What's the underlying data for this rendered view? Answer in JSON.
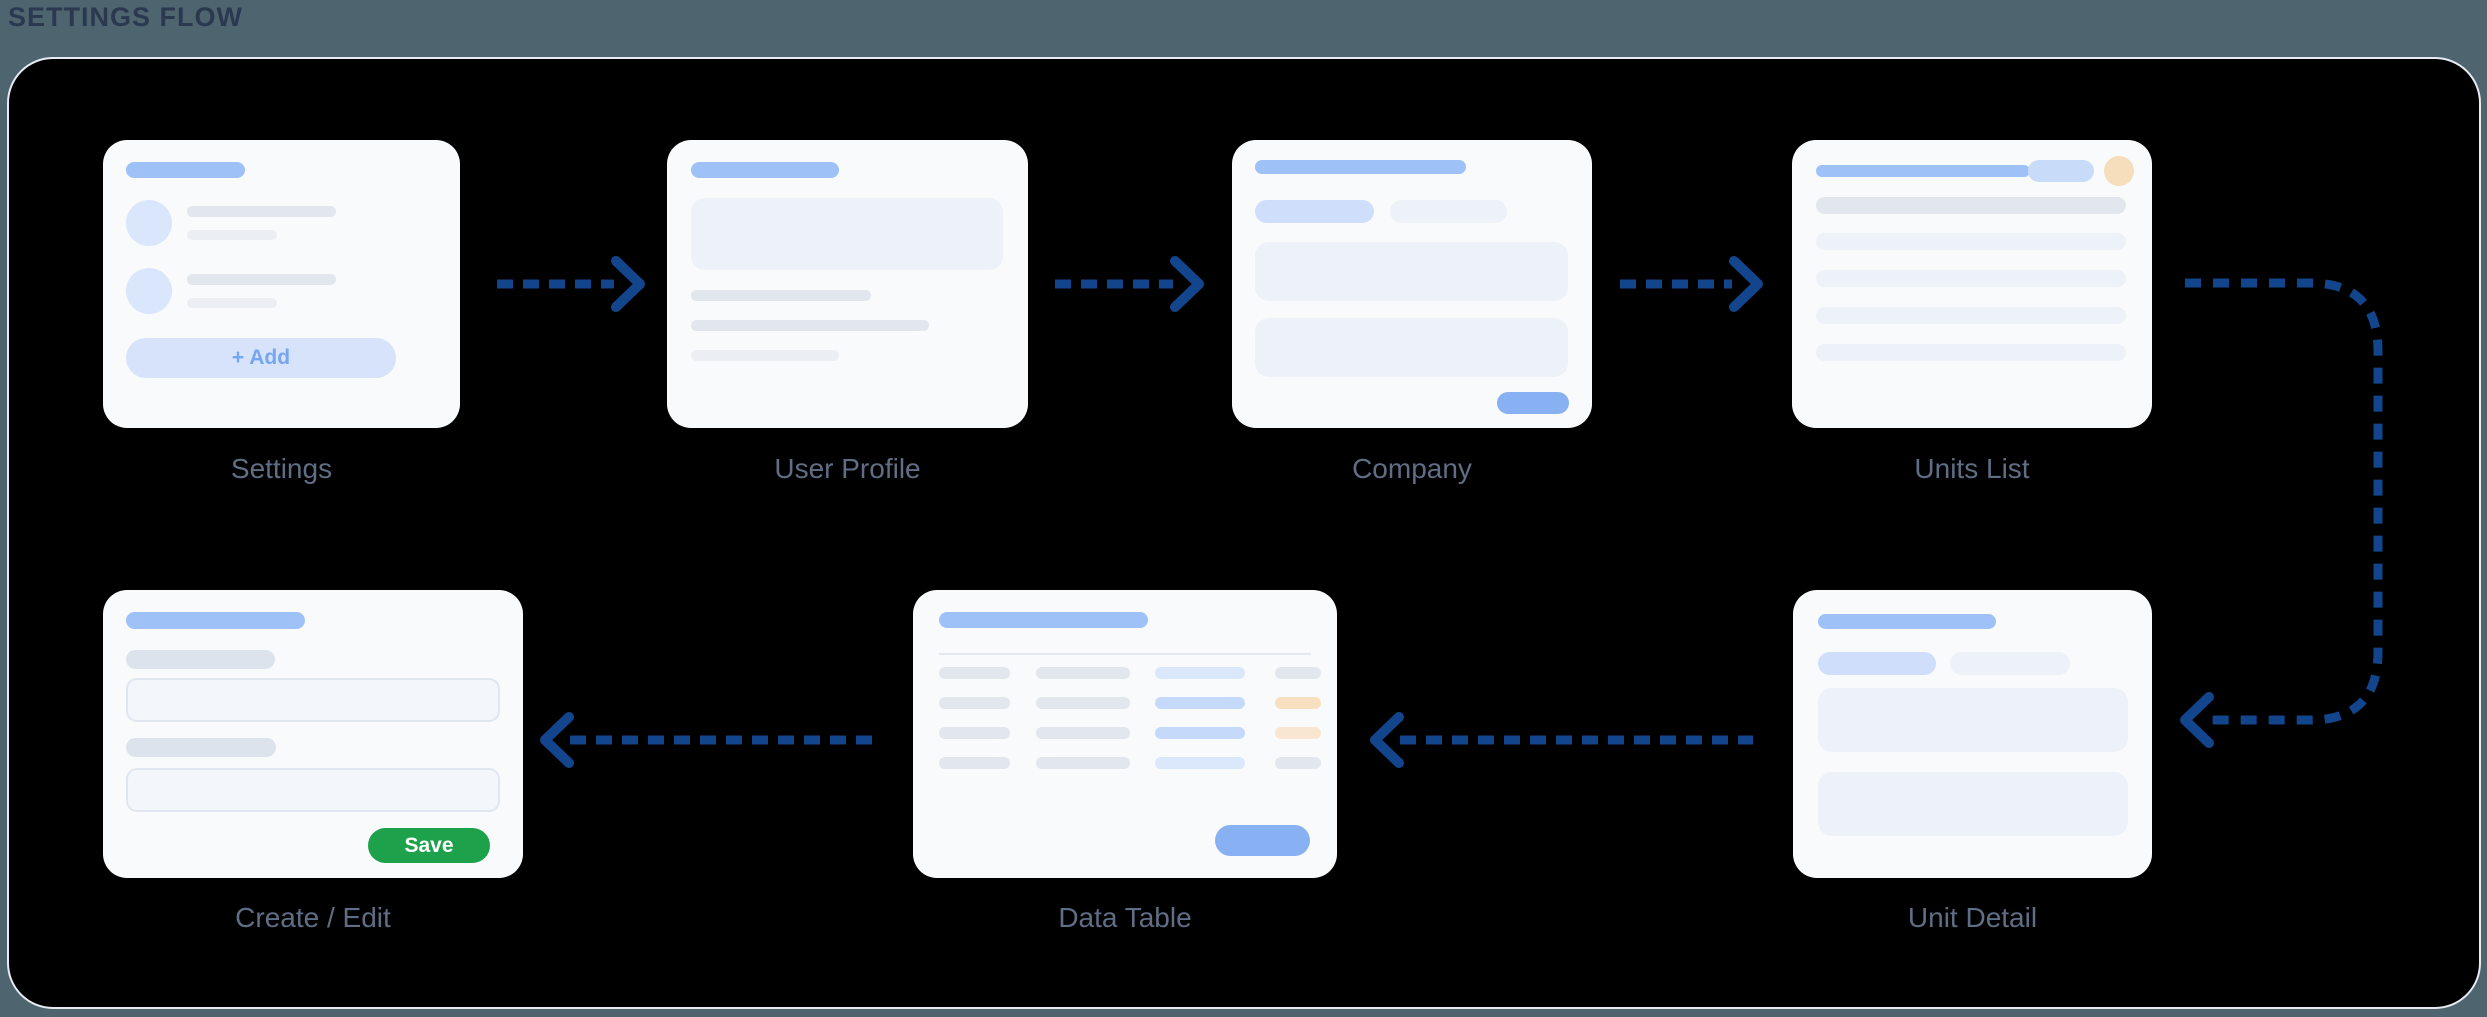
{
  "page": {
    "title": "SETTINGS FLOW"
  },
  "colors": {
    "canvas_bg": "#4e656f",
    "board_bg": "#000000",
    "board_border": "#e8ebf3",
    "card_bg": "#f8fafc",
    "accent_blue": "#9ec2f8",
    "soft_blue": "#cfdffb",
    "skeleton_gray": "#e2e7ee",
    "skeleton_light_block": "#edf1f8",
    "button_blue": "#87b1f3",
    "peach_badge": "#f6ddbb",
    "save_green": "#1da24b",
    "arrow_blue": "#12458c",
    "node_label_gray": "#5f6e85"
  },
  "flow": {
    "nodes": [
      {
        "id": "settings",
        "label": "Settings",
        "button": "+ Add"
      },
      {
        "id": "user-profile",
        "label": "User Profile"
      },
      {
        "id": "company",
        "label": "Company"
      },
      {
        "id": "units-list",
        "label": "Units List"
      },
      {
        "id": "unit-detail",
        "label": "Unit Detail"
      },
      {
        "id": "data-table",
        "label": "Data Table"
      },
      {
        "id": "create-edit",
        "label": "Create / Edit",
        "button": "Save"
      }
    ],
    "edges": [
      {
        "from": "Settings",
        "to": "User Profile",
        "style": "dashed-arrow-right"
      },
      {
        "from": "User Profile",
        "to": "Company",
        "style": "dashed-arrow-right"
      },
      {
        "from": "Company",
        "to": "Units List",
        "style": "dashed-arrow-right"
      },
      {
        "from": "Units List",
        "to": "Unit Detail",
        "style": "dashed-curve-right-down-left"
      },
      {
        "from": "Unit Detail",
        "to": "Data Table",
        "style": "dashed-arrow-left"
      },
      {
        "from": "Data Table",
        "to": "Create / Edit",
        "style": "dashed-arrow-left"
      }
    ]
  }
}
